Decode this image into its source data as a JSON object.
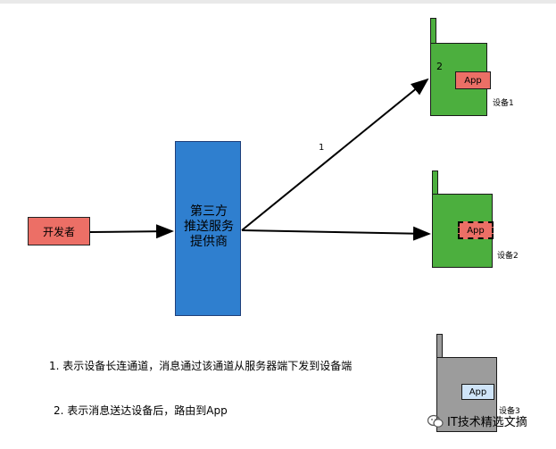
{
  "developer": {
    "label": "开发者"
  },
  "push_service": {
    "lines": [
      "第三方",
      "推送服务",
      "提供商"
    ]
  },
  "devices": [
    {
      "label": "设备1",
      "app": "App",
      "step": "2"
    },
    {
      "label": "设备2",
      "app": "App"
    },
    {
      "label": "设备3",
      "app": "App"
    }
  ],
  "arrow_label": "1",
  "notes": [
    "1. 表示设备长连通道，消息通过该通道从服务器端下发到设备端",
    "2. 表示消息送达设备后，路由到App"
  ],
  "watermark": {
    "text": "IT技术精选文摘",
    "icon": "wechat-icon"
  },
  "colors": {
    "developer": "#ec6f66",
    "push_service": "#2f7fcf",
    "device_active": "#4caf3e",
    "device_inactive": "#9c9c9c",
    "app_highlight": "#ec6f66",
    "app_idle": "#cfe4f8"
  }
}
